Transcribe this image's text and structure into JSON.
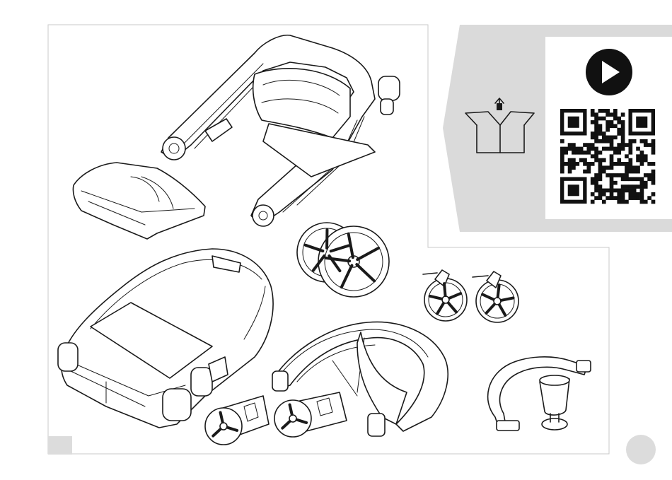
{
  "colors": {
    "panel_border": "#c8c8c8",
    "grey_band": "#dadada",
    "line": "#1a1a1a",
    "page_marker": "#dcdcdc",
    "background": "#ffffff"
  },
  "icons": {
    "unbox": "open-box-arrow-up-icon",
    "play": "play-circle-icon",
    "qr": "qr-code"
  },
  "illustration": {
    "components": [
      "chassis-frame",
      "bumper-bar",
      "seat-unit",
      "rear-wheels",
      "front-wheels",
      "canopy",
      "wheel-brackets",
      "carry-handle",
      "cup-holder"
    ]
  }
}
